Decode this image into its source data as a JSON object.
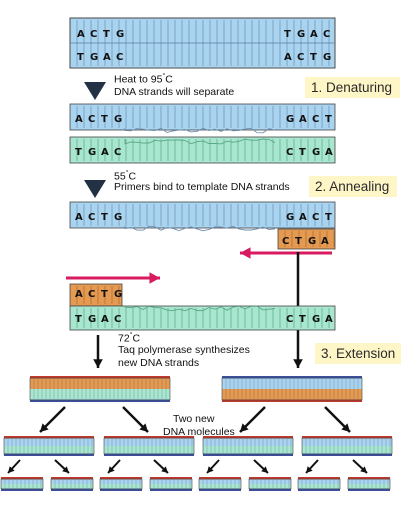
{
  "bases": {
    "A": "A",
    "C": "C",
    "T": "T",
    "G": "G",
    "deg": "°"
  },
  "steps": {
    "denaturing": "1. Denaturing",
    "annealing": "2. Annealing",
    "extension": "3. Extension"
  },
  "notes": {
    "heat_temp": "Heat to 95",
    "heat_unit": "C",
    "separate": "DNA strands will separate",
    "anneal_temp": "55",
    "anneal_unit": "C",
    "primers": "Primers bind to template DNA strands",
    "ext_temp": "72",
    "ext_unit": "C",
    "taq_1": "Taq polymerase synthesizes",
    "taq_2": "new DNA strands",
    "two_new_1": "Two new",
    "two_new_2": "DNA molecules"
  },
  "colors": {
    "top_strand": "#a9d4f0",
    "bottom_strand": "#a8e6cf",
    "primer": "#e59a52",
    "arrow_red": "#d81b60",
    "cap_red": "#c0392b",
    "cap_blue": "#3a4fa0",
    "border": "#444444",
    "step_bg": "#fff6c8"
  }
}
